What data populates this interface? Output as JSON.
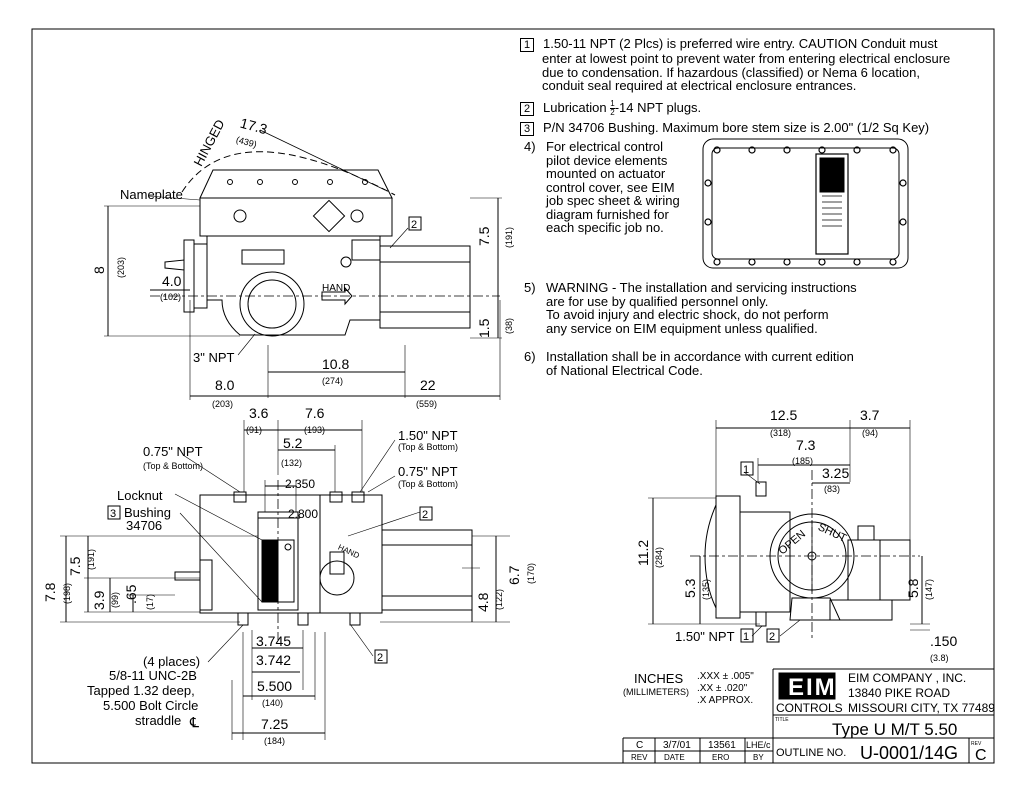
{
  "notes": {
    "n1": {
      "marker": "1",
      "lines": [
        "1.50-11 NPT (2 Plcs) is preferred wire entry.  CAUTION Conduit must",
        "enter at lowest point to prevent water from entering electrical enclosure",
        "due to condensation.  If hazardous (classified) or Nema 6 location,",
        "conduit seal required at electrical enclosure entrances."
      ]
    },
    "n2": {
      "marker": "2",
      "text_a": "Lubrication",
      "frac_num": "1",
      "frac_den": "2",
      "text_b": "-14 NPT plugs."
    },
    "n3": {
      "marker": "3",
      "text": "P/N 34706 Bushing.  Maximum bore stem size is 2.00\" (1/2 Sq Key)"
    },
    "n4": {
      "marker": "4)",
      "lines": [
        "For electrical control",
        "pilot device elements",
        "mounted on actuator",
        "control cover,  see EIM",
        "job spec sheet & wiring",
        "diagram furnished for",
        "each specific job no."
      ]
    },
    "n5": {
      "marker": "5)",
      "lines": [
        "WARNING - The installation and servicing instructions",
        "are for use by qualified personnel only.",
        "To avoid injury and electric shock, do not perform",
        "any service on EIM equipment unless qualified."
      ]
    },
    "n6": {
      "marker": "6)",
      "lines": [
        "Installation shall be in accordance with current edition",
        "of National Electrical Code."
      ]
    }
  },
  "side_view": {
    "hinged": "HINGED",
    "d_17_3": "17.3",
    "d_439": "(439)",
    "nameplate": "Nameplate",
    "callout_2": "2",
    "d_7_5": "7.5",
    "d_191": "(191)",
    "d_8": "8",
    "d_203": "(203)",
    "d_4_0": "4.0",
    "d_102": "(102)",
    "hand": "HAND",
    "d_1_5": "1.5",
    "d_38": "(38)",
    "npt3": "3\" NPT",
    "d_10_8": "10.8",
    "d_274": "(274)",
    "d_8_0": "8.0",
    "d_203b": "(203)",
    "d_22": "22",
    "d_559": "(559)"
  },
  "front_view": {
    "d_3_6": "3.6",
    "d_91": "(91)",
    "d_7_6": "7.6",
    "d_193": "(193)",
    "d_5_2": "5.2",
    "d_132": "(132)",
    "npt075a": "0.75\" NPT",
    "tb_a": "(Top & Bottom)",
    "npt150": "1.50\" NPT",
    "tb_b": "(Top & Bottom)",
    "npt075b": "0.75\" NPT",
    "tb_c": "(Top & Bottom)",
    "d_2_350": "2.350",
    "locknut": "Locknut",
    "callout_3": "3",
    "bushing": "Bushing",
    "bushing_pn": "34706",
    "d_2_800": "2.800",
    "callout_2a": "2",
    "d_7_8": "7.8",
    "d_198": "(198)",
    "d_7_5": "7.5",
    "d_191": "(191)",
    "d_3_9": "3.9",
    "d_99": "(99)",
    "d_65": ".65",
    "d_17": "(17)",
    "d_6_7": "6.7",
    "d_170": "(170)",
    "d_4_8": "4.8",
    "d_122": "(122)",
    "hand": "HAND",
    "d_3_745": "3.745",
    "d_3_742": "3.742",
    "callout_2b": "2",
    "bolt_1": "(4 places)",
    "bolt_2": "5/8-11 UNC-2B",
    "bolt_3": "Tapped 1.32 deep,",
    "bolt_4": "5.500 Bolt Circle",
    "bolt_5": "straddle",
    "d_5_500": "5.500",
    "d_140": "(140)",
    "d_7_25": "7.25",
    "d_184": "(184)"
  },
  "end_view": {
    "d_12_5": "12.5",
    "d_318": "(318)",
    "d_3_7": "3.7",
    "d_94": "(94)",
    "d_7_3": "7.3",
    "d_185": "(185)",
    "callout_1": "1",
    "d_3_25": "3.25",
    "d_83": "(83)",
    "open": "OPEN",
    "shut": "SHUT",
    "d_11_2": "11.2",
    "d_284": "(284)",
    "d_5_3": "5.3",
    "d_135": "(135)",
    "d_5_8": "5.8",
    "d_147": "(147)",
    "npt150": "1.50\" NPT",
    "callout_1b": "1",
    "callout_2": "2",
    "d_150": ".150",
    "d_3_8": "(3.8)"
  },
  "tolerances": {
    "units": "INCHES",
    "mm": "(MILLIMETERS)",
    "r1": ".XXX ±  .005\"",
    "r2": ".XX  ±  .020\"",
    "r3": ".X   APPROX."
  },
  "title_block": {
    "logo": "EIM",
    "controls": "CONTROLS",
    "company": "EIM COMPANY ,  INC.",
    "street": "13840  PIKE  ROAD",
    "city": "MISSOURI CITY, TX  77489",
    "title_lbl": "TITLE",
    "title": "Type U  M/T  5.50",
    "outline_lbl": "OUTLINE NO.",
    "outline_no": "U-0001/14G",
    "rev_lbl": "REV",
    "rev": "C",
    "rev_cols": {
      "h_rev": "REV",
      "h_date": "DATE",
      "h_ero": "ERO",
      "h_by": "BY"
    },
    "rev_row": {
      "rev": "C",
      "date": "3/7/01",
      "ero": "13561",
      "by": "LHE/c"
    }
  }
}
